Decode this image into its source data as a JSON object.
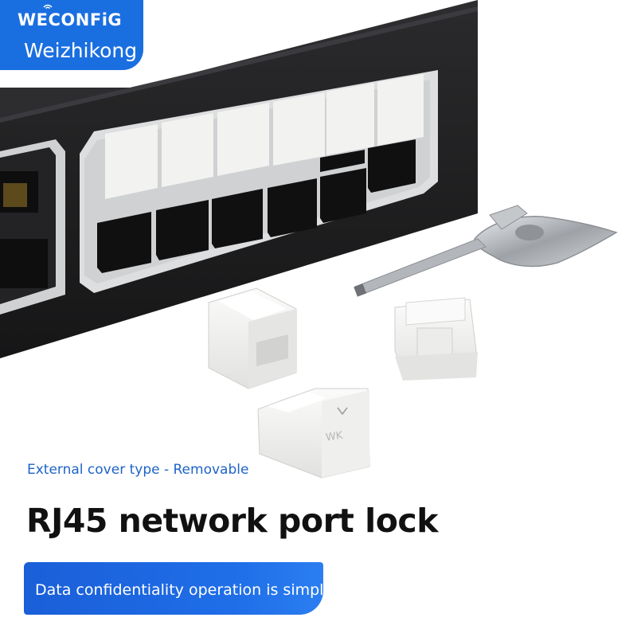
{
  "brand": {
    "logo_text": "WECONFiG",
    "name": "Weizhikong"
  },
  "product": {
    "subtitle": "External cover type - Removable",
    "title": "RJ45 network port lock",
    "tagline": "Data confidentiality operation is simple"
  },
  "photo": {
    "cap_marking": "WK",
    "colors": {
      "brand_blue": "#1a6fe0",
      "switch_body": "#1c1c1e",
      "cap_white": "#f2f2f0",
      "key_metal": "#b9bcc0"
    }
  }
}
